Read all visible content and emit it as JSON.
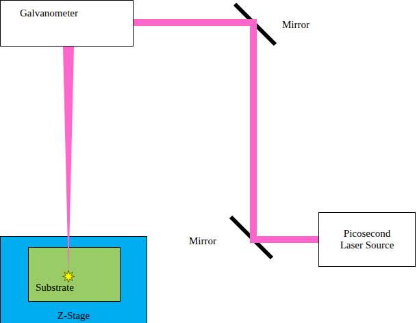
{
  "diagram": {
    "nodes": [
      {
        "text": [
          "Galvanometer"
        ]
      },
      {
        "text": [
          "Picosecond Laser Source"
        ]
      },
      {
        "text": [
          "Z-Stage"
        ]
      },
      {
        "text": [
          "Substrate"
        ],
        "in": 2
      }
    ],
    "edges": [
      {
        "from": 1,
        "to": 0,
        "arrow": "none"
      },
      {
        "from": 0,
        "to": 3,
        "arrow": "none"
      }
    ],
    "labels": [
      "Mirror",
      "Mirror"
    ]
  }
}
